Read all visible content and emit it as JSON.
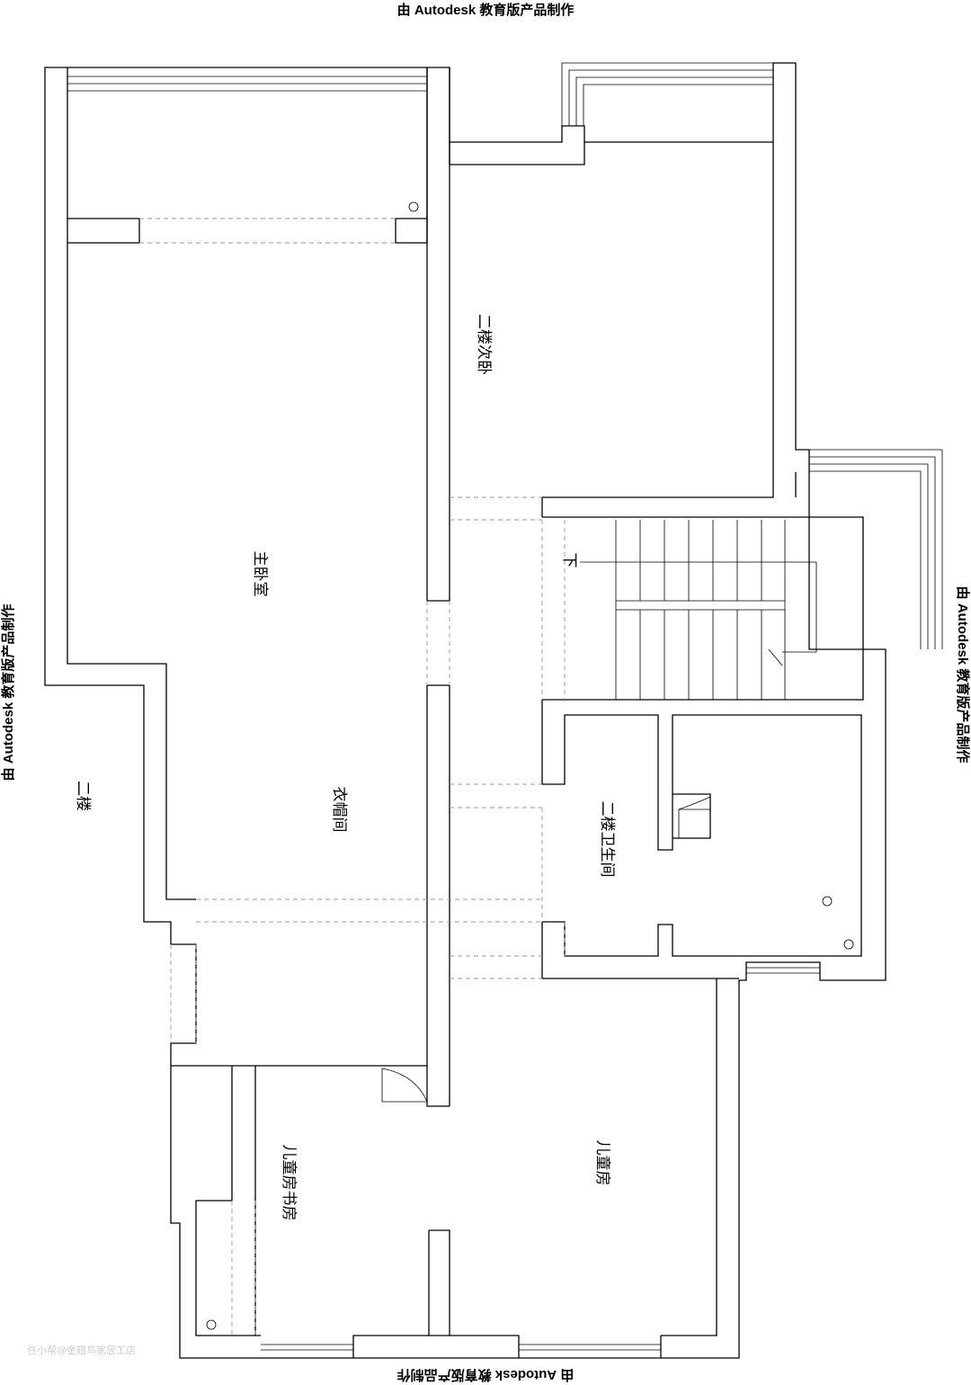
{
  "stamps": {
    "top": "由 Autodesk 教育版产品制作",
    "bottom": "由 Autodesk 教育版产品制作",
    "left": "由 Autodesk 教育版产品制作",
    "right": "由 Autodesk 教育版产品制作"
  },
  "rooms": {
    "floor": "二楼",
    "master_bedroom": "主卧室",
    "cloakroom": "衣帽间",
    "second_bedroom": "二楼次卧",
    "bathroom": "二楼卫生间",
    "kids_room": "儿童房",
    "kids_study": "儿童房书房",
    "stair_down": "下"
  },
  "watermark": "住小帮@金翅鸟家居工店"
}
